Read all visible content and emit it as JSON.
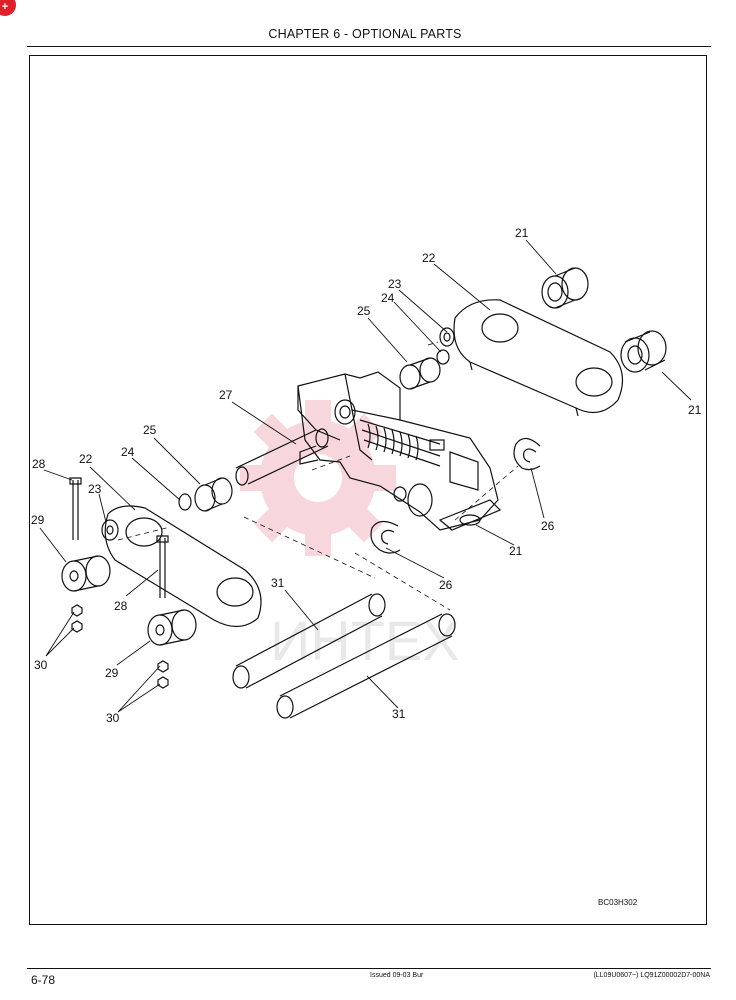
{
  "header": {
    "chapter_title": "CHAPTER 6 - OPTIONAL PARTS"
  },
  "corner_badge": {
    "glyph": "+",
    "color": "#e0212b"
  },
  "figure": {
    "code": "BC03H302",
    "watermark": {
      "text": "ИНТЕХ",
      "color": "#f4b8c0"
    },
    "callouts": [
      "21",
      "21",
      "21",
      "22",
      "22",
      "23",
      "23",
      "24",
      "24",
      "25",
      "25",
      "26",
      "26",
      "27",
      "28",
      "28",
      "29",
      "29",
      "30",
      "30",
      "31",
      "31"
    ]
  },
  "footer": {
    "page_number": "6-78",
    "issued": "Issued 09-03   Bur",
    "doc_code": "(LL09U0607~)   LQ91Z00002D7-00NA"
  }
}
